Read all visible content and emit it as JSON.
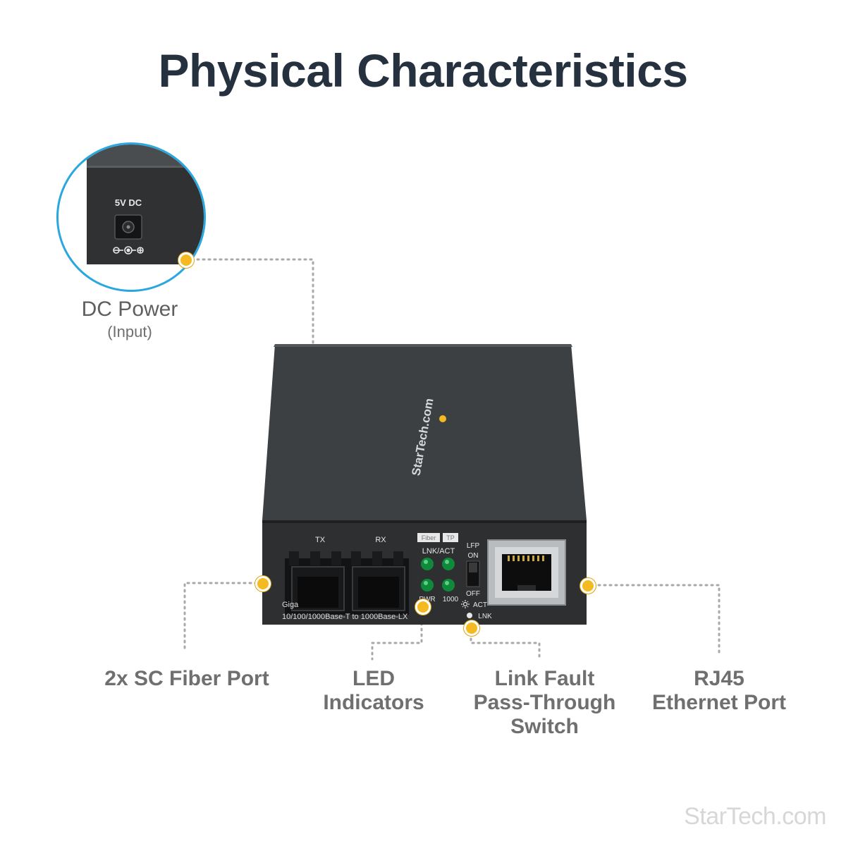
{
  "title": "Physical Characteristics",
  "inset": {
    "power_label": "5V DC"
  },
  "callouts": {
    "dc_power": {
      "title": "DC Power",
      "sub": "(Input)"
    },
    "fiber": {
      "title": "2x SC Fiber Port"
    },
    "led": {
      "line1": "LED",
      "line2": "Indicators"
    },
    "lfp": {
      "line1": "Link Fault",
      "line2": "Pass-Through",
      "line3": "Switch"
    },
    "rj45": {
      "line1": "RJ45",
      "line2": "Ethernet Port"
    }
  },
  "device": {
    "brand": "StarTech.com",
    "tx": "TX",
    "rx": "RX",
    "fiber_tag": "Fiber",
    "tp_tag": "TP",
    "lnk_act": "LNK/ACT",
    "pwr": "PWR",
    "speed": "1000",
    "lfp": "LFP",
    "on": "ON",
    "off": "OFF",
    "act": "ACT",
    "lnk": "LNK",
    "model_line1": "Giga",
    "model_line2": "10/100/1000Base-T to 1000Base-LX"
  },
  "colors": {
    "accent": "#f5b921",
    "inset_ring": "#2aa7df",
    "title": "#26313f",
    "label": "#6f6f6f",
    "device_body": "#3a3d40",
    "led": "#0f8a3a"
  },
  "watermark": "StarTech.com"
}
